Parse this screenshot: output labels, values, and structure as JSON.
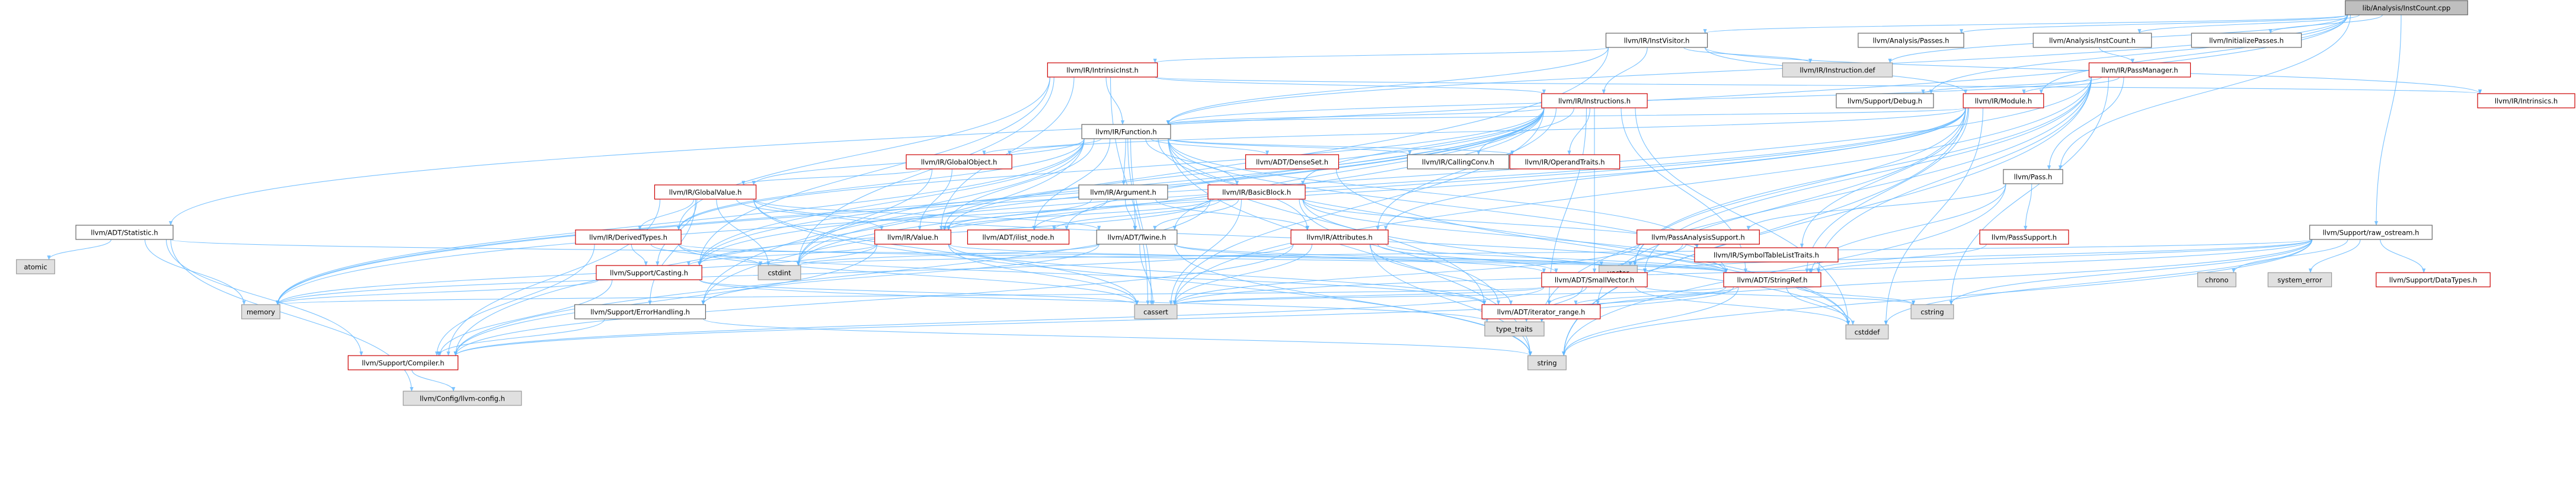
{
  "colors": {
    "root_fill": "#bfbfbf",
    "node_fill": "#ffffff",
    "node_stroke_black": "#666666",
    "node_stroke_red": "#cc0000",
    "system_fill": "#e0e0e0",
    "system_stroke": "#999999",
    "edge": "#63b8ff",
    "text": "#000000"
  },
  "nodes": [
    {
      "id": "root",
      "label": "lib/Analysis/InstCount.cpp",
      "kind": "root"
    },
    {
      "id": "instvisitor",
      "label": "llvm/IR/InstVisitor.h",
      "kind": "black"
    },
    {
      "id": "passes",
      "label": "llvm/Analysis/Passes.h",
      "kind": "black"
    },
    {
      "id": "instcount",
      "label": "llvm/Analysis/InstCount.h",
      "kind": "black"
    },
    {
      "id": "initpasses",
      "label": "llvm/InitializePasses.h",
      "kind": "black"
    },
    {
      "id": "statistic",
      "label": "llvm/ADT/Statistic.h",
      "kind": "black"
    },
    {
      "id": "intrinsicinst",
      "label": "llvm/IR/IntrinsicInst.h",
      "kind": "red"
    },
    {
      "id": "instdef",
      "label": "llvm/IR/Instruction.def",
      "kind": "system"
    },
    {
      "id": "passmanager",
      "label": "llvm/IR/PassManager.h",
      "kind": "red"
    },
    {
      "id": "instructions",
      "label": "llvm/IR/Instructions.h",
      "kind": "red"
    },
    {
      "id": "debug",
      "label": "llvm/Support/Debug.h",
      "kind": "black"
    },
    {
      "id": "module",
      "label": "llvm/IR/Module.h",
      "kind": "red"
    },
    {
      "id": "intrinsics",
      "label": "llvm/IR/Intrinsics.h",
      "kind": "red"
    },
    {
      "id": "function",
      "label": "llvm/IR/Function.h",
      "kind": "black"
    },
    {
      "id": "globalobject",
      "label": "llvm/IR/GlobalObject.h",
      "kind": "red"
    },
    {
      "id": "densetset",
      "label": "llvm/ADT/DenseSet.h",
      "kind": "red"
    },
    {
      "id": "callingconv",
      "label": "llvm/IR/CallingConv.h",
      "kind": "black"
    },
    {
      "id": "operandtraits",
      "label": "llvm/IR/OperandTraits.h",
      "kind": "red"
    },
    {
      "id": "pass",
      "label": "llvm/Pass.h",
      "kind": "black"
    },
    {
      "id": "globalvalue",
      "label": "llvm/IR/GlobalValue.h",
      "kind": "red"
    },
    {
      "id": "argument",
      "label": "llvm/IR/Argument.h",
      "kind": "black"
    },
    {
      "id": "basicblock",
      "label": "llvm/IR/BasicBlock.h",
      "kind": "red"
    },
    {
      "id": "rawostream",
      "label": "llvm/Support/raw_ostream.h",
      "kind": "black"
    },
    {
      "id": "derivedtypes",
      "label": "llvm/IR/DerivedTypes.h",
      "kind": "red"
    },
    {
      "id": "value",
      "label": "llvm/IR/Value.h",
      "kind": "red"
    },
    {
      "id": "ilistnode",
      "label": "llvm/ADT/ilist_node.h",
      "kind": "red"
    },
    {
      "id": "twine",
      "label": "llvm/ADT/Twine.h",
      "kind": "black"
    },
    {
      "id": "attributes",
      "label": "llvm/IR/Attributes.h",
      "kind": "red"
    },
    {
      "id": "passanalysissupport",
      "label": "llvm/PassAnalysisSupport.h",
      "kind": "red"
    },
    {
      "id": "passsupport",
      "label": "llvm/PassSupport.h",
      "kind": "red"
    },
    {
      "id": "symboltablelisttraits",
      "label": "llvm/IR/SymbolTableListTraits.h",
      "kind": "red"
    },
    {
      "id": "atomic",
      "label": "atomic",
      "kind": "system"
    },
    {
      "id": "casting",
      "label": "llvm/Support/Casting.h",
      "kind": "red"
    },
    {
      "id": "cstdint",
      "label": "cstdint",
      "kind": "system"
    },
    {
      "id": "vector",
      "label": "vector",
      "kind": "system"
    },
    {
      "id": "smallvector",
      "label": "llvm/ADT/SmallVector.h",
      "kind": "red"
    },
    {
      "id": "stringref",
      "label": "llvm/ADT/StringRef.h",
      "kind": "red"
    },
    {
      "id": "chrono",
      "label": "chrono",
      "kind": "system"
    },
    {
      "id": "systemerror",
      "label": "system_error",
      "kind": "system"
    },
    {
      "id": "datatypes",
      "label": "llvm/Support/DataTypes.h",
      "kind": "red"
    },
    {
      "id": "memory",
      "label": "memory",
      "kind": "system"
    },
    {
      "id": "errorhandling",
      "label": "llvm/Support/ErrorHandling.h",
      "kind": "black"
    },
    {
      "id": "cassert",
      "label": "cassert",
      "kind": "system"
    },
    {
      "id": "iteratorrange",
      "label": "llvm/ADT/iterator_range.h",
      "kind": "red"
    },
    {
      "id": "typetraits",
      "label": "type_traits",
      "kind": "system"
    },
    {
      "id": "cstring",
      "label": "cstring",
      "kind": "system"
    },
    {
      "id": "cstddef",
      "label": "cstddef",
      "kind": "system"
    },
    {
      "id": "compiler",
      "label": "llvm/Support/Compiler.h",
      "kind": "red"
    },
    {
      "id": "string",
      "label": "string",
      "kind": "system"
    },
    {
      "id": "llvmconfig",
      "label": "llvm/Config/llvm-config.h",
      "kind": "system"
    }
  ],
  "edges": [
    [
      "root",
      "instvisitor"
    ],
    [
      "root",
      "passes"
    ],
    [
      "root",
      "instcount"
    ],
    [
      "root",
      "initpasses"
    ],
    [
      "root",
      "statistic"
    ],
    [
      "root",
      "function"
    ],
    [
      "root",
      "module"
    ],
    [
      "root",
      "pass"
    ],
    [
      "root",
      "rawostream"
    ],
    [
      "root",
      "debug"
    ],
    [
      "root",
      "instdef"
    ],
    [
      "instvisitor",
      "intrinsicinst"
    ],
    [
      "instvisitor",
      "instdef"
    ],
    [
      "instvisitor",
      "instructions"
    ],
    [
      "instvisitor",
      "function"
    ],
    [
      "instvisitor",
      "module"
    ],
    [
      "instvisitor",
      "intrinsics"
    ],
    [
      "instvisitor",
      "errorhandling"
    ],
    [
      "instcount",
      "passmanager"
    ],
    [
      "passmanager",
      "module"
    ],
    [
      "passmanager",
      "function"
    ],
    [
      "passmanager",
      "pass"
    ],
    [
      "passmanager",
      "debug"
    ],
    [
      "passmanager",
      "typetraits"
    ],
    [
      "passmanager",
      "vector"
    ],
    [
      "passmanager",
      "cstring"
    ],
    [
      "passmanager",
      "string"
    ],
    [
      "passmanager",
      "memory"
    ],
    [
      "passmanager",
      "cassert"
    ],
    [
      "passmanager",
      "smallvector"
    ],
    [
      "passmanager",
      "stringref"
    ],
    [
      "intrinsicinst",
      "instructions"
    ],
    [
      "intrinsicinst",
      "function"
    ],
    [
      "intrinsicinst",
      "intrinsics"
    ],
    [
      "intrinsicinst",
      "value"
    ],
    [
      "intrinsicinst",
      "derivedtypes"
    ],
    [
      "intrinsicinst",
      "casting"
    ],
    [
      "intrinsicinst",
      "cassert"
    ],
    [
      "intrinsicinst",
      "cstdint"
    ],
    [
      "instructions",
      "function"
    ],
    [
      "instructions",
      "callingconv"
    ],
    [
      "instructions",
      "operandtraits"
    ],
    [
      "instructions",
      "attributes"
    ],
    [
      "instructions",
      "basicblock"
    ],
    [
      "instructions",
      "derivedtypes"
    ],
    [
      "instructions",
      "value"
    ],
    [
      "instructions",
      "twine"
    ],
    [
      "instructions",
      "casting"
    ],
    [
      "instructions",
      "smallvector"
    ],
    [
      "instructions",
      "stringref"
    ],
    [
      "instructions",
      "iteratorrange"
    ],
    [
      "instructions",
      "errorhandling"
    ],
    [
      "instructions",
      "cassert"
    ],
    [
      "instructions",
      "cstddef"
    ],
    [
      "instructions",
      "cstdint"
    ],
    [
      "instructions",
      "memory"
    ],
    [
      "instructions",
      "ilistnode"
    ],
    [
      "module",
      "function"
    ],
    [
      "module",
      "globalobject"
    ],
    [
      "module",
      "attributes"
    ],
    [
      "module",
      "symboltablelisttraits"
    ],
    [
      "module",
      "stringref"
    ],
    [
      "module",
      "iteratorrange"
    ],
    [
      "module",
      "casting"
    ],
    [
      "module",
      "cstddef"
    ],
    [
      "module",
      "memory"
    ],
    [
      "module",
      "string"
    ],
    [
      "module",
      "vector"
    ],
    [
      "module",
      "cstdint"
    ],
    [
      "function",
      "globalobject"
    ],
    [
      "function",
      "densetset"
    ],
    [
      "function",
      "callingconv"
    ],
    [
      "function",
      "operandtraits"
    ],
    [
      "function",
      "globalvalue"
    ],
    [
      "function",
      "argument"
    ],
    [
      "function",
      "basicblock"
    ],
    [
      "function",
      "derivedtypes"
    ],
    [
      "function",
      "value"
    ],
    [
      "function",
      "twine"
    ],
    [
      "function",
      "attributes"
    ],
    [
      "function",
      "symboltablelisttraits"
    ],
    [
      "function",
      "ilistnode"
    ],
    [
      "function",
      "iteratorrange"
    ],
    [
      "function",
      "stringref"
    ],
    [
      "function",
      "compiler"
    ],
    [
      "function",
      "casting"
    ],
    [
      "function",
      "cassert"
    ],
    [
      "function",
      "cstddef"
    ],
    [
      "function",
      "cstdint"
    ],
    [
      "function",
      "memory"
    ],
    [
      "function",
      "string"
    ],
    [
      "globalobject",
      "globalvalue"
    ],
    [
      "globalobject",
      "value"
    ],
    [
      "globalobject",
      "cstdint"
    ],
    [
      "densetset",
      "cstddef"
    ],
    [
      "pass",
      "passanalysissupport"
    ],
    [
      "pass",
      "passsupport"
    ],
    [
      "pass",
      "stringref"
    ],
    [
      "pass",
      "string"
    ],
    [
      "globalvalue",
      "derivedtypes"
    ],
    [
      "globalvalue",
      "value"
    ],
    [
      "globalvalue",
      "twine"
    ],
    [
      "globalvalue",
      "casting"
    ],
    [
      "globalvalue",
      "errorhandling"
    ],
    [
      "globalvalue",
      "compiler"
    ],
    [
      "globalvalue",
      "cassert"
    ],
    [
      "globalvalue",
      "cstdint"
    ],
    [
      "globalvalue",
      "string"
    ],
    [
      "globalvalue",
      "stringref"
    ],
    [
      "argument",
      "value"
    ],
    [
      "argument",
      "twine"
    ],
    [
      "argument",
      "ilistnode"
    ],
    [
      "argument",
      "attributes"
    ],
    [
      "basicblock",
      "value"
    ],
    [
      "basicblock",
      "twine"
    ],
    [
      "basicblock",
      "ilistnode"
    ],
    [
      "basicblock",
      "iteratorrange"
    ],
    [
      "basicblock",
      "symboltablelisttraits"
    ],
    [
      "basicblock",
      "casting"
    ],
    [
      "basicblock",
      "cassert"
    ],
    [
      "basicblock",
      "cstddef"
    ],
    [
      "basicblock",
      "compiler"
    ],
    [
      "basicblock",
      "stringref"
    ],
    [
      "rawostream",
      "stringref"
    ],
    [
      "rawostream",
      "chrono"
    ],
    [
      "rawostream",
      "systemerror"
    ],
    [
      "rawostream",
      "datatypes"
    ],
    [
      "rawostream",
      "cassert"
    ],
    [
      "rawostream",
      "cstddef"
    ],
    [
      "rawostream",
      "cstdint"
    ],
    [
      "rawostream",
      "cstring"
    ],
    [
      "rawostream",
      "string"
    ],
    [
      "rawostream",
      "typetraits"
    ],
    [
      "rawostream",
      "smallvector"
    ],
    [
      "statistic",
      "atomic"
    ],
    [
      "statistic",
      "memory"
    ],
    [
      "statistic",
      "compiler"
    ],
    [
      "statistic",
      "llvmconfig"
    ],
    [
      "statistic",
      "vector"
    ],
    [
      "derivedtypes",
      "casting"
    ],
    [
      "derivedtypes",
      "compiler"
    ],
    [
      "derivedtypes",
      "cassert"
    ],
    [
      "derivedtypes",
      "cstdint"
    ],
    [
      "derivedtypes",
      "stringref"
    ],
    [
      "derivedtypes",
      "iteratorrange"
    ],
    [
      "value",
      "casting"
    ],
    [
      "value",
      "compiler"
    ],
    [
      "value",
      "cassert"
    ],
    [
      "value",
      "iteratorrange"
    ],
    [
      "value",
      "stringref"
    ],
    [
      "value",
      "memory"
    ],
    [
      "twine",
      "smallvector"
    ],
    [
      "twine",
      "stringref"
    ],
    [
      "twine",
      "errorhandling"
    ],
    [
      "twine",
      "cassert"
    ],
    [
      "twine",
      "cstdint"
    ],
    [
      "twine",
      "string"
    ],
    [
      "attributes",
      "smallvector"
    ],
    [
      "attributes",
      "stringref"
    ],
    [
      "attributes",
      "iteratorrange"
    ],
    [
      "attributes",
      "compiler"
    ],
    [
      "attributes",
      "cassert"
    ],
    [
      "attributes",
      "string"
    ],
    [
      "attributes",
      "memory"
    ],
    [
      "passanalysissupport",
      "smallvector"
    ],
    [
      "passanalysissupport",
      "cassert"
    ],
    [
      "passanalysissupport",
      "vector"
    ],
    [
      "passsupport",
      "stringref"
    ],
    [
      "casting",
      "memory"
    ],
    [
      "casting",
      "compiler"
    ],
    [
      "casting",
      "typetraits"
    ],
    [
      "casting",
      "cassert"
    ],
    [
      "smallvector",
      "compiler"
    ],
    [
      "smallvector",
      "typetraits"
    ],
    [
      "smallvector",
      "cassert"
    ],
    [
      "smallvector",
      "cstddef"
    ],
    [
      "smallvector",
      "cstring"
    ],
    [
      "smallvector",
      "memory"
    ],
    [
      "smallvector",
      "iteratorrange"
    ],
    [
      "stringref",
      "compiler"
    ],
    [
      "stringref",
      "cassert"
    ],
    [
      "stringref",
      "cstddef"
    ],
    [
      "stringref",
      "cstring"
    ],
    [
      "stringref",
      "string"
    ],
    [
      "stringref",
      "typetraits"
    ],
    [
      "stringref",
      "iteratorrange"
    ],
    [
      "errorhandling",
      "compiler"
    ],
    [
      "errorhandling",
      "string"
    ],
    [
      "compiler",
      "llvmconfig"
    ]
  ]
}
